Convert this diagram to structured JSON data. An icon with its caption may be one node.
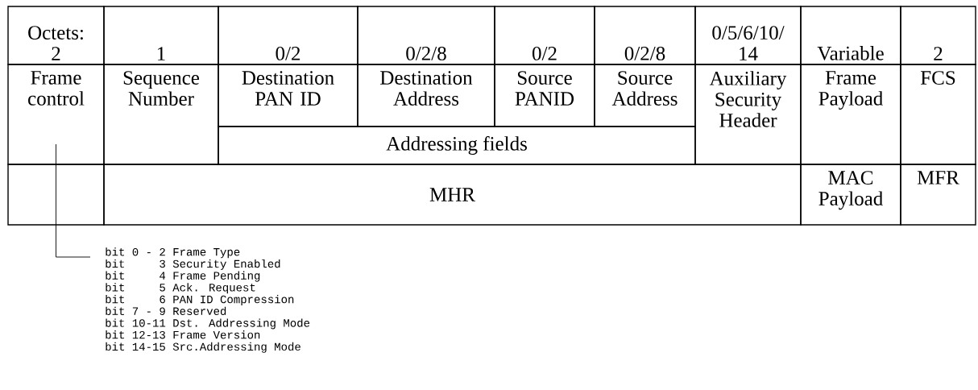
{
  "diagram": {
    "nodes": [
      {
        "text": [
          "Octets: 2"
        ]
      },
      {
        "text": [
          "1"
        ]
      },
      {
        "text": [
          "0/2"
        ]
      },
      {
        "text": [
          "0/2/8"
        ]
      },
      {
        "text": [
          "0/2"
        ]
      },
      {
        "text": [
          "0/2/8"
        ]
      },
      {
        "text": [
          "0/5/6/10/ 14"
        ]
      },
      {
        "text": [
          "Variable"
        ]
      },
      {
        "text": [
          "2"
        ]
      },
      {
        "text": [
          "Frame control"
        ]
      },
      {
        "text": [
          "Sequence Number"
        ]
      },
      {
        "text": [
          "Destination PAN ID"
        ]
      },
      {
        "text": [
          "Destination Address"
        ]
      },
      {
        "text": [
          "Source PANID"
        ]
      },
      {
        "text": [
          "Source Address"
        ]
      },
      {
        "text": [
          "Auxiliary Security Header"
        ]
      },
      {
        "text": [
          "Frame Payload"
        ]
      },
      {
        "text": [
          "FCS"
        ]
      },
      {
        "text": [
          "Addressing fields"
        ]
      },
      {
        "text": [],
        "shape": "box"
      },
      {
        "text": [
          "MHR"
        ]
      },
      {
        "text": [
          "MAC Payload"
        ]
      },
      {
        "text": [
          "MFR"
        ]
      },
      {
        "text": [
          "bit 0 - 2 Frame Type",
          "bit     3 Security Enabled",
          "bit     4 Frame Pending",
          "bit     5 Ack. Request",
          "bit     6 PAN ID Compression",
          "bit 7 - 9 Reserved",
          "bit 10-11 Dst. Addressing Mode",
          "bit 12-13 Frame Version",
          "bit 14-15 Src.Addressing Mode"
        ]
      }
    ],
    "edges": [
      {
        "from": 9,
        "to": 23,
        "arrow": "none"
      }
    ]
  }
}
